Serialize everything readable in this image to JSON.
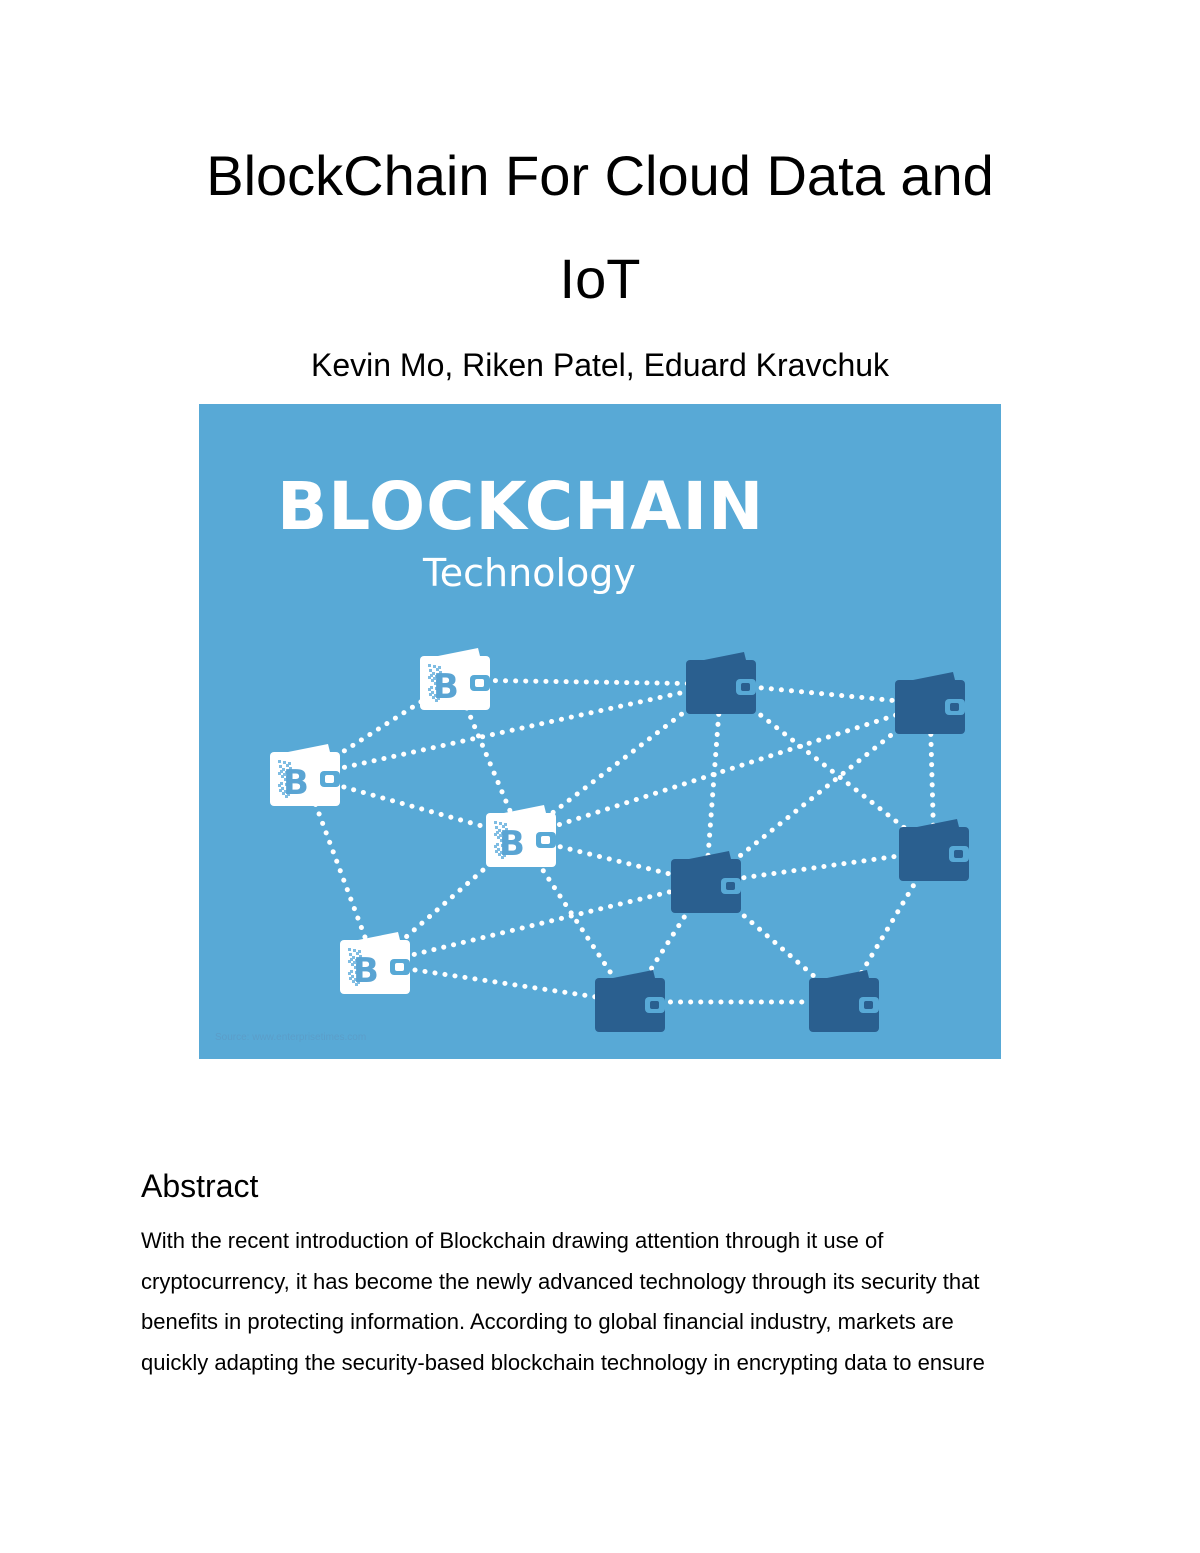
{
  "document": {
    "title_line1": "BlockChain For Cloud Data and",
    "title_line2": "IoT",
    "authors": "Kevin Mo, Riken Patel, Eduard Kravchuk"
  },
  "figure": {
    "heading": "BLOCKCHAIN",
    "subheading": "Technology",
    "source_caption": "Source: www.enterprisetimes.com",
    "background_color": "#58a9d6",
    "white_wallet_color": "#ffffff",
    "dark_wallet_color": "#2a5f8f",
    "bitcoin_symbol": "B"
  },
  "abstract": {
    "heading": "Abstract",
    "lines": [
      "With the recent introduction of Blockchain drawing attention through it use of",
      "cryptocurrency, it has become the newly advanced technology through its security that",
      "benefits in protecting information. According to global financial industry, markets are",
      "quickly adapting the security-based blockchain technology in encrypting data to ensure"
    ]
  }
}
